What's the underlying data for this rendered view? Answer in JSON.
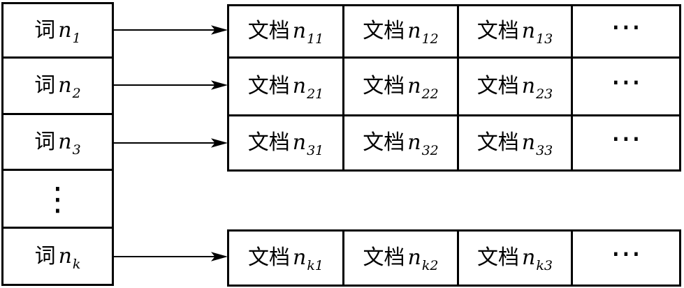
{
  "palette": {
    "background": "#ffffff",
    "line_color": "#000000",
    "text_color": "#000000"
  },
  "word_list": {
    "items": [
      {
        "prefix": "词",
        "variable": "n",
        "subscript": "1"
      },
      {
        "prefix": "词",
        "variable": "n",
        "subscript": "2"
      },
      {
        "prefix": "词",
        "variable": "n",
        "subscript": "3"
      },
      {
        "ellipsis": "⋮"
      },
      {
        "prefix": "词",
        "variable": "n",
        "subscript": "k"
      }
    ]
  },
  "doc_table": {
    "rows": [
      {
        "cells": [
          {
            "prefix": "文档",
            "variable": "n",
            "subscript": "11"
          },
          {
            "prefix": "文档",
            "variable": "n",
            "subscript": "12"
          },
          {
            "prefix": "文档",
            "variable": "n",
            "subscript": "13"
          },
          {
            "ellipsis": "⋯"
          }
        ]
      },
      {
        "cells": [
          {
            "prefix": "文档",
            "variable": "n",
            "subscript": "21"
          },
          {
            "prefix": "文档",
            "variable": "n",
            "subscript": "22"
          },
          {
            "prefix": "文档",
            "variable": "n",
            "subscript": "23"
          },
          {
            "ellipsis": "⋯"
          }
        ]
      },
      {
        "cells": [
          {
            "prefix": "文档",
            "variable": "n",
            "subscript": "31"
          },
          {
            "prefix": "文档",
            "variable": "n",
            "subscript": "32"
          },
          {
            "prefix": "文档",
            "variable": "n",
            "subscript": "33"
          },
          {
            "ellipsis": "⋯"
          }
        ]
      },
      {
        "cells": [
          {
            "prefix": "文档",
            "variable": "n",
            "subscript": "k1"
          },
          {
            "prefix": "文档",
            "variable": "n",
            "subscript": "k2"
          },
          {
            "prefix": "文档",
            "variable": "n",
            "subscript": "k3"
          },
          {
            "ellipsis": "⋯"
          }
        ]
      }
    ]
  }
}
